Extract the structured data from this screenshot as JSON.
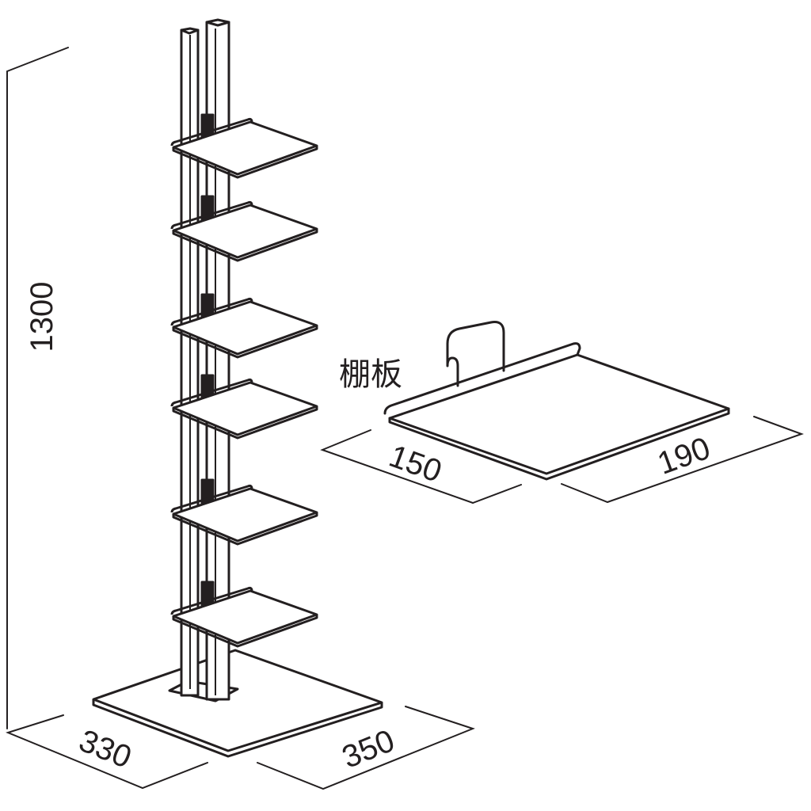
{
  "colors": {
    "line": "#231f20",
    "background": "#ffffff"
  },
  "dimensions": {
    "height": "1300",
    "base_depth": "330",
    "base_width": "350",
    "shelf_depth": "150",
    "shelf_width": "190"
  },
  "labels": {
    "shelf": "棚板"
  }
}
